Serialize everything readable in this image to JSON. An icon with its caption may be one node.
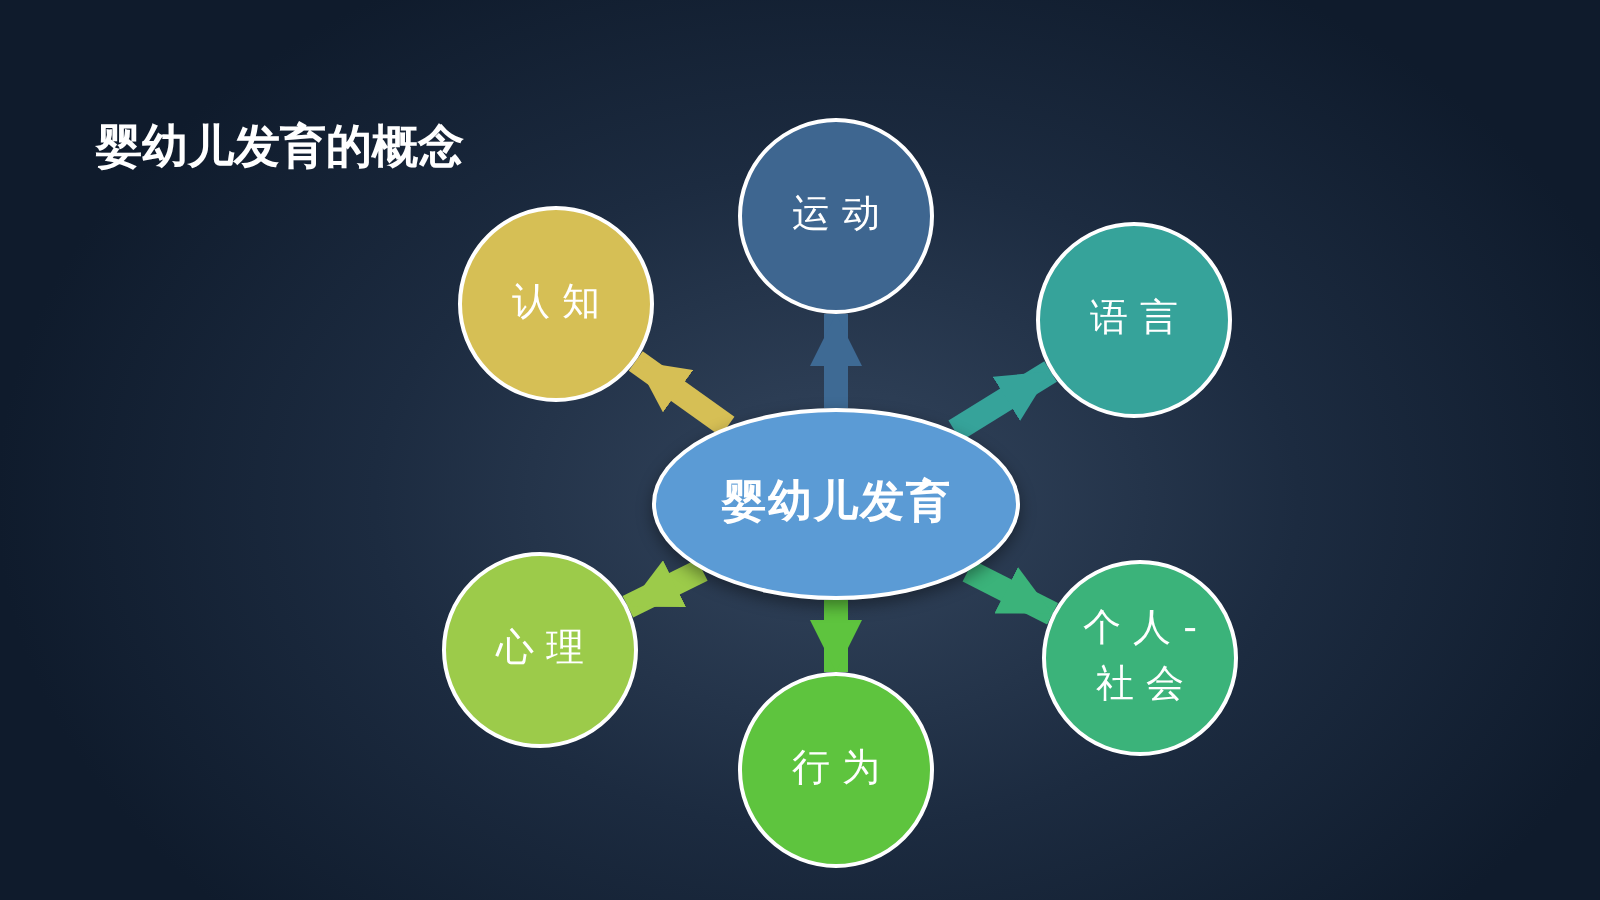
{
  "diagram": {
    "title": "婴幼儿发育的概念",
    "nodes": [
      {
        "text": [
          "婴幼儿发育"
        ]
      },
      {
        "text": [
          "运动"
        ]
      },
      {
        "text": [
          "语言"
        ]
      },
      {
        "text": [
          "个人-社会"
        ]
      },
      {
        "text": [
          "行为"
        ]
      },
      {
        "text": [
          "心理"
        ]
      },
      {
        "text": [
          "认知"
        ]
      }
    ],
    "edges": [
      {
        "from": 0,
        "to": 1,
        "arrow": "to",
        "color": "#3e6a94"
      },
      {
        "from": 0,
        "to": 2,
        "arrow": "to",
        "color": "#36a39a"
      },
      {
        "from": 0,
        "to": 3,
        "arrow": "to",
        "color": "#3bb37a"
      },
      {
        "from": 0,
        "to": 4,
        "arrow": "to",
        "color": "#5ec43e"
      },
      {
        "from": 0,
        "to": 5,
        "arrow": "to",
        "color": "#9ccb4a"
      },
      {
        "from": 0,
        "to": 6,
        "arrow": "to",
        "color": "#d6bf55"
      }
    ]
  }
}
